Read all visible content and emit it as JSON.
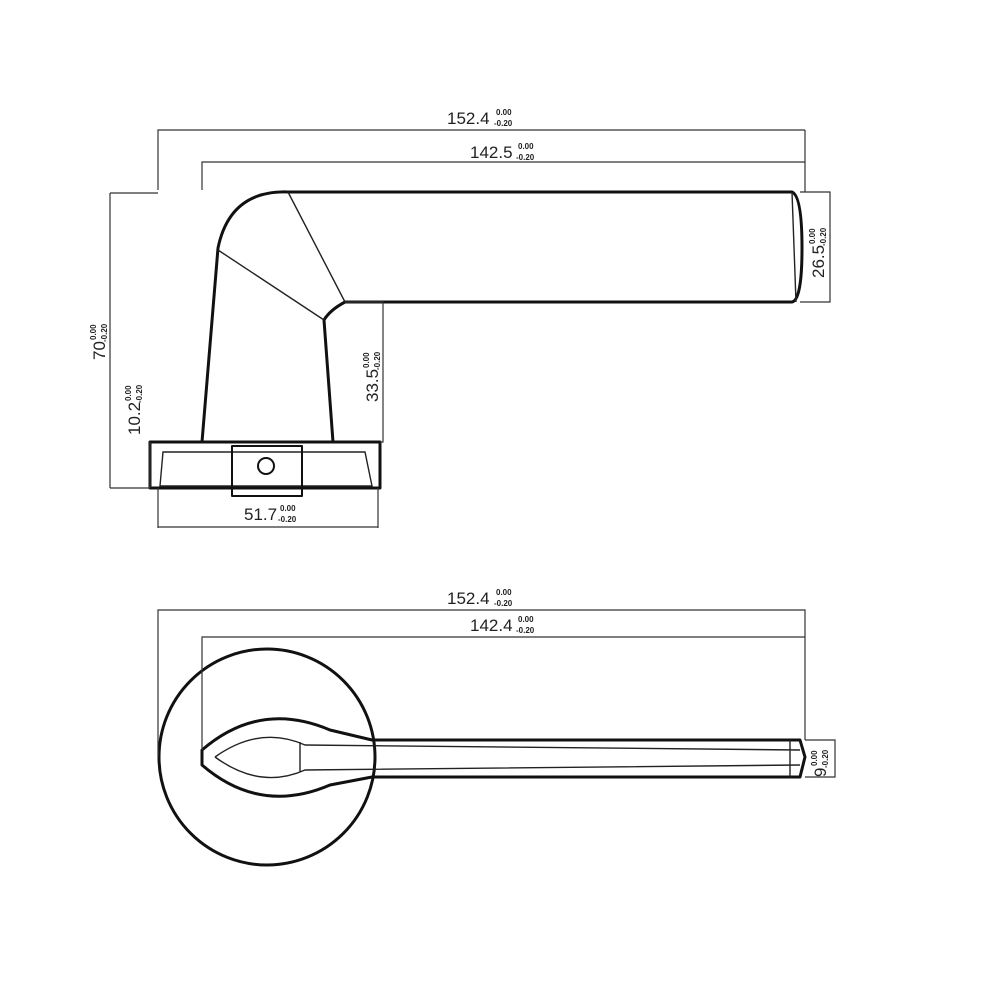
{
  "top_view": {
    "overall_length": {
      "value": "152.4",
      "upper": "0.00",
      "lower": "-0.20"
    },
    "lever_length": {
      "value": "142.5",
      "upper": "0.00",
      "lower": "-0.20"
    },
    "overall_height": {
      "value": "70",
      "upper": "0.00",
      "lower": "-0.20"
    },
    "rose_height": {
      "value": "10.2",
      "upper": "0.00",
      "lower": "-0.20"
    },
    "neck_height": {
      "value": "33.5",
      "upper": "0.00",
      "lower": "-0.20"
    },
    "grip_height": {
      "value": "26.5",
      "upper": "0.00",
      "lower": "-0.20"
    },
    "rose_width": {
      "value": "51.7",
      "upper": "0.00",
      "lower": "-0.20"
    }
  },
  "bottom_view": {
    "overall_length": {
      "value": "152.4",
      "upper": "0.00",
      "lower": "-0.20"
    },
    "lever_length": {
      "value": "142.4",
      "upper": "0.00",
      "lower": "-0.20"
    },
    "grip_thickness": {
      "value": "9",
      "upper": "0.00",
      "lower": "-0.20"
    }
  }
}
